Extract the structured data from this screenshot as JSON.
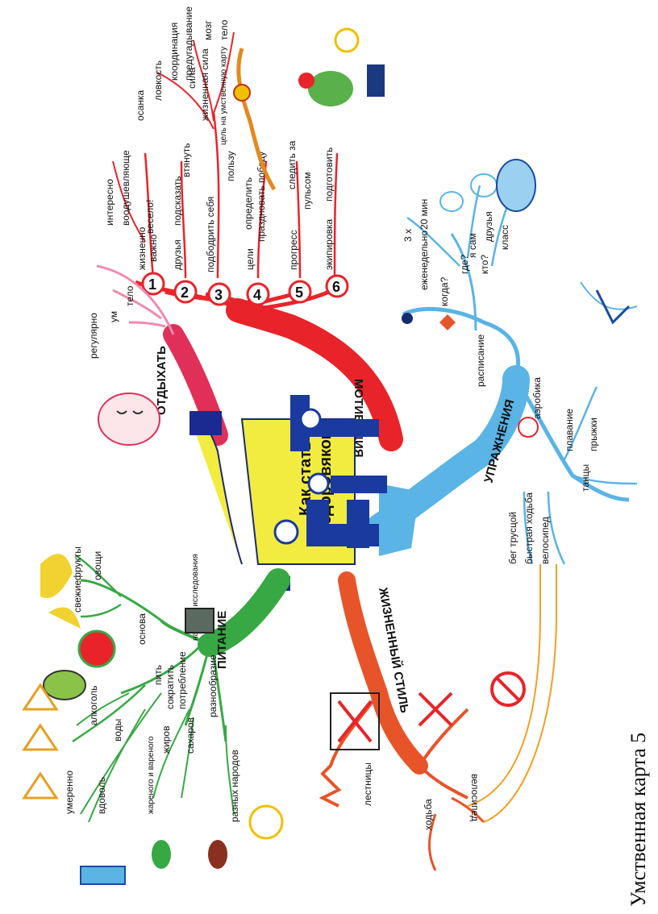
{
  "caption": "Умственная карта 5",
  "center": {
    "title_line1": "Как стать",
    "title_line2": "здоровяком",
    "letters": "FIT"
  },
  "branches": {
    "motivation": {
      "label": "МОТИВАЦИЯ",
      "color": "#e8242a",
      "items": [
        {
          "num": "1",
          "words": [
            "жизненно",
            "важно",
            "весело!",
            "интересно",
            "воодушевляюще"
          ]
        },
        {
          "num": "2",
          "words": [
            "друзья",
            "подсказать",
            "втянуть"
          ]
        },
        {
          "num": "3",
          "words": [
            "подбодрить себя",
            "пользу",
            "цель на умственную карту",
            "жизненная сила",
            "сила",
            "осанка",
            "ловкость",
            "координация",
            "предугадывание",
            "мозг",
            "тело"
          ]
        },
        {
          "num": "4",
          "words": [
            "цели",
            "определить",
            "праздновать победу"
          ]
        },
        {
          "num": "5",
          "words": [
            "прогресс",
            "пульсом",
            "следить за"
          ]
        },
        {
          "num": "6",
          "words": [
            "экипировка",
            "подготовить"
          ]
        }
      ]
    },
    "exercise": {
      "label": "УПРАЖНЕНИЯ",
      "color": "#5ab4e5",
      "words": [
        "расписание",
        "когда?",
        "еженедельно",
        "3 х",
        "20 мин",
        "где?",
        "я сам",
        "кто?",
        "друзья",
        "класс",
        "аэробика",
        "плавание",
        "прыжки",
        "танцы",
        "бег трусцой",
        "быстрая ходьба",
        "велосипед"
      ]
    },
    "rest": {
      "label": "ОТДЫХАТЬ",
      "color": "#e0305a",
      "words": [
        "регулярно",
        "ум",
        "тело"
      ]
    },
    "nutrition": {
      "label": "ПИТАНИЕ",
      "color": "#38a845",
      "words": [
        "основа",
        "свежие",
        "фрукты",
        "овощи",
        "научные исследования",
        "пить",
        "умеренно",
        "алкоголь",
        "вдоволь",
        "воды",
        "сократить",
        "потребление",
        "жареного и вареного",
        "жиров",
        "сахаров",
        "разнообразие",
        "разных народов"
      ]
    },
    "lifestyle": {
      "label": "ЖИЗНЕННЫЙ СТИЛЬ",
      "color": "#e8542a",
      "words": [
        "лестницы",
        "ходьба",
        "велосипед"
      ]
    }
  }
}
